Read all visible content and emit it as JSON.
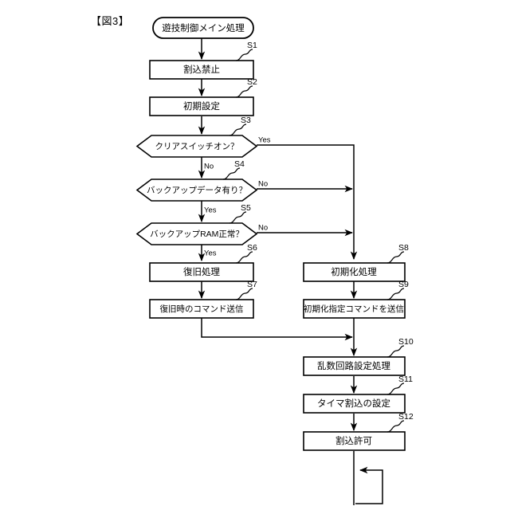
{
  "figure": {
    "title": "【図3】",
    "start_node": "遊技制御メイン処理"
  },
  "nodes": [
    {
      "id": "S1",
      "label": "割込禁止",
      "type": "process"
    },
    {
      "id": "S2",
      "label": "初期設定",
      "type": "process"
    },
    {
      "id": "S3",
      "label": "クリアスイッチオン？",
      "type": "decision"
    },
    {
      "id": "S4",
      "label": "バックアップデータ有り？",
      "type": "decision"
    },
    {
      "id": "S5",
      "label": "バックアップRAM正常？",
      "type": "decision"
    },
    {
      "id": "S6",
      "label": "復旧処理",
      "type": "process"
    },
    {
      "id": "S7",
      "label": "復旧時のコマンド送信",
      "type": "process"
    },
    {
      "id": "S8",
      "label": "初期化処理",
      "type": "process"
    },
    {
      "id": "S9",
      "label": "初期化指定コマンドを送信",
      "type": "process"
    },
    {
      "id": "S10",
      "label": "乱数回路設定処理",
      "type": "process"
    },
    {
      "id": "S11",
      "label": "タイマ割込の設定",
      "type": "process"
    },
    {
      "id": "S12",
      "label": "割込許可",
      "type": "process"
    }
  ],
  "branch_labels": {
    "s3_yes": "Yes",
    "s3_no": "No",
    "s4_no": "No",
    "s4_yes": "Yes",
    "s5_no": "No",
    "s5_yes": "Yes"
  },
  "colors": {
    "background": "#ffffff",
    "stroke": "#000000",
    "text": "#000000"
  }
}
